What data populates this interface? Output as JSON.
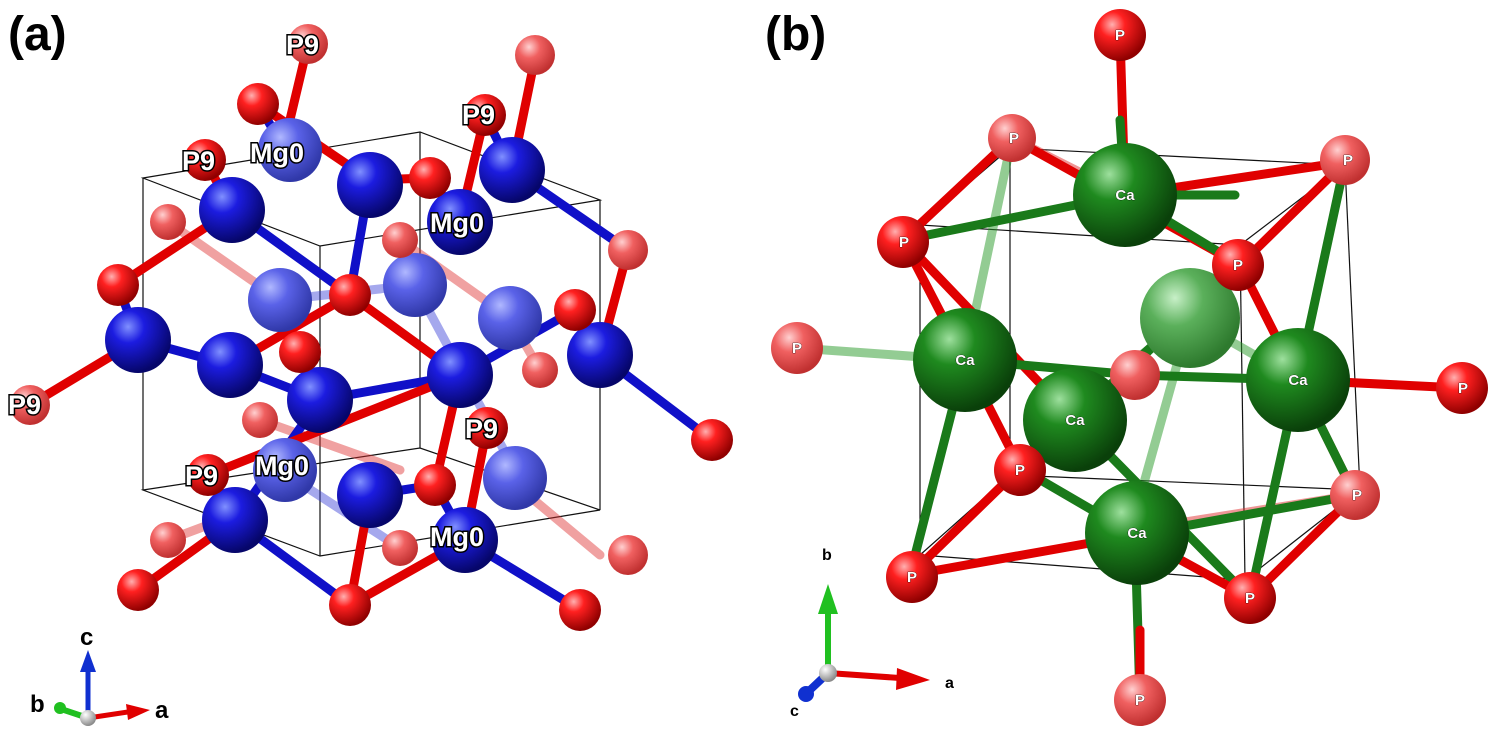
{
  "panels": [
    {
      "id": "a",
      "label": "(a)",
      "atom_labels": {
        "p9": "P9",
        "mg0": "Mg0"
      },
      "axes": {
        "a": "a",
        "b": "b",
        "c": "c"
      }
    },
    {
      "id": "b",
      "label": "(b)",
      "atom_labels": {
        "p": "P",
        "ca": "Ca"
      },
      "axes": {
        "a": "a",
        "b": "b",
        "c": "c"
      }
    }
  ],
  "colors": {
    "phosphorus": "#e00000",
    "magnesium": "#1010c8",
    "calcium": "#1a7a1a",
    "axis_a": "#e00000",
    "axis_b": "#20c020",
    "axis_c": "#1030d0"
  }
}
